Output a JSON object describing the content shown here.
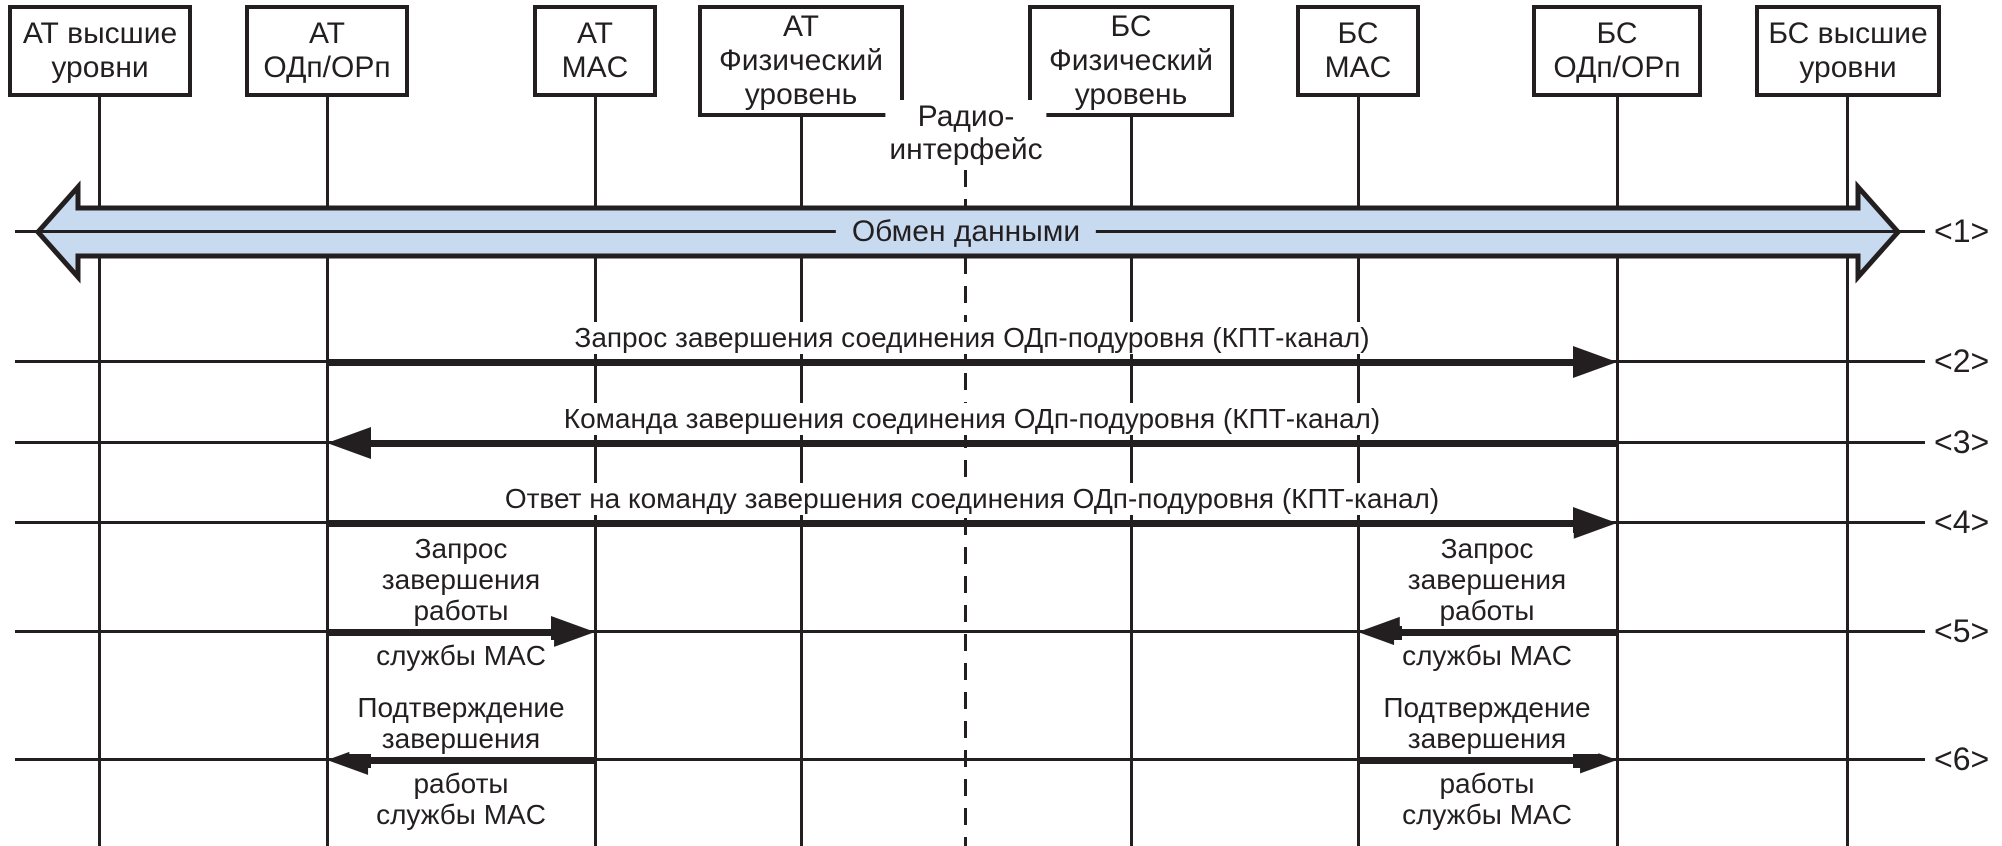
{
  "colors": {
    "line": "#231f20",
    "arrow_fill": "#c7daf0",
    "background": "#ffffff"
  },
  "entities": [
    {
      "id": "at-high",
      "label": "АТ высшие\nуровни"
    },
    {
      "id": "at-odp",
      "label": "АТ\nОДп/ОРп"
    },
    {
      "id": "at-mac",
      "label": "АТ\nMAC"
    },
    {
      "id": "at-phy",
      "label": "АТ\nФизический\nуровень"
    },
    {
      "id": "bs-phy",
      "label": "БС\nФизический\nуровень"
    },
    {
      "id": "bs-mac",
      "label": "БС\nMAC"
    },
    {
      "id": "bs-odp",
      "label": "БС\nОДп/ОРп"
    },
    {
      "id": "bs-high",
      "label": "БС высшие\nуровни"
    }
  ],
  "radio_interface_label": "Радио-\nинтерфейс",
  "messages": {
    "m1": {
      "label": "Обмен данными",
      "tag": "<1>"
    },
    "m2": {
      "label": "Запрос завершения соединения ОДп-подуровня (КПТ-канал)",
      "tag": "<2>"
    },
    "m3": {
      "label": "Команда завершения соединения ОДп-подуровня (КПТ-канал)",
      "tag": "<3>"
    },
    "m4": {
      "label": "Ответ на команду завершения соединения ОДп-подуровня (КПТ-канал)",
      "tag": "<4>"
    },
    "m5": {
      "tag": "<5>",
      "left": {
        "above": "Запрос\nзавершения\nработы",
        "below": "службы MAC"
      },
      "right": {
        "above": "Запрос\nзавершения\nработы",
        "below": "службы MAC"
      }
    },
    "m6": {
      "tag": "<6>",
      "left": {
        "above": "Подтверждение\nзавершения",
        "below": "работы\nслужбы MAC"
      },
      "right": {
        "above": "Подтверждение\nзавершения",
        "below": "работы\nслужбы MAC"
      }
    }
  }
}
